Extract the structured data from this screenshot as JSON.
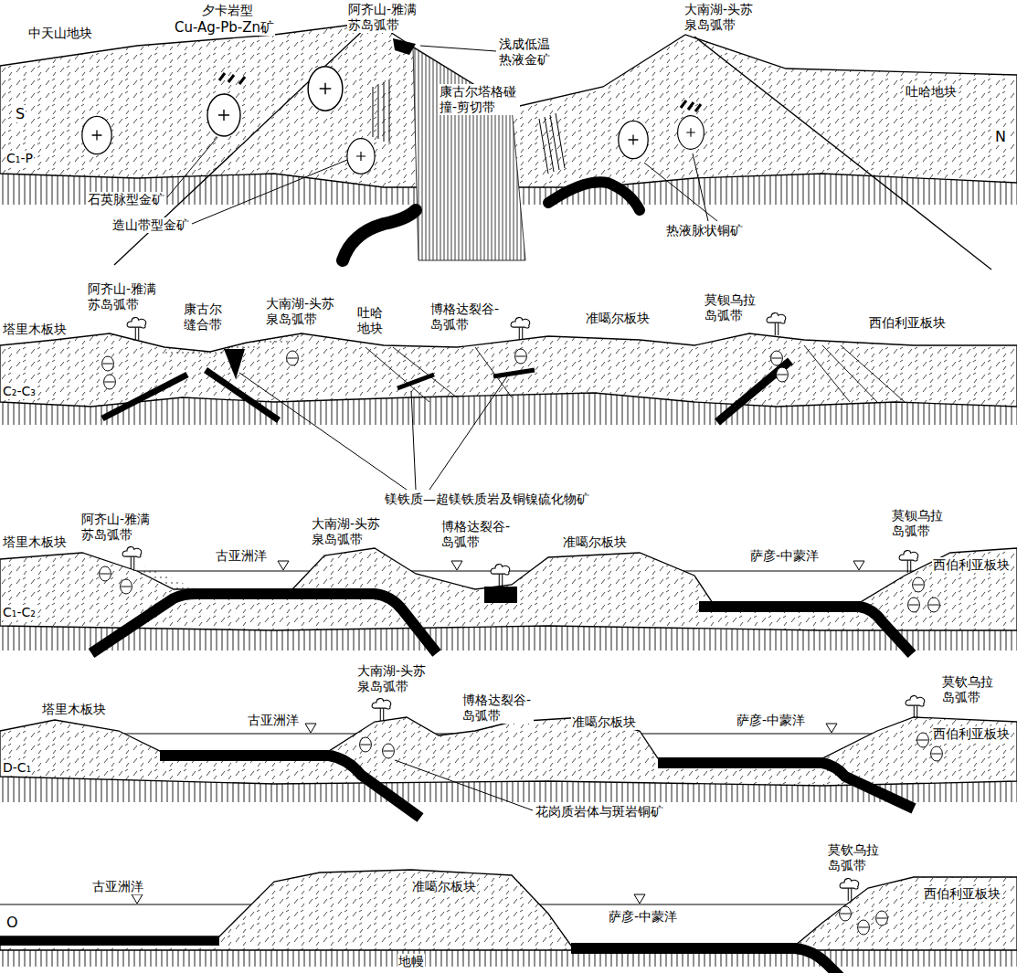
{
  "diagram": {
    "labels": [
      "阿齐山-雅满苏岛弧带",
      "夕卡岩型",
      "Cu-Ag-Pb-Zn矿",
      "中天山地块",
      "浅成低温热液金矿",
      "康古尔塔格碰撞-剪切带",
      "大南湖-头苏泉岛弧带",
      "吐哈地块",
      "S",
      "N",
      "C₁-P",
      "石英脉型金矿",
      "造山带型金矿",
      "热液脉状铜矿",
      "阿齐山-雅满苏岛弧带",
      "康古尔缝合带",
      "大南湖-头苏泉岛弧带",
      "吐哈地块",
      "博格达裂谷-岛弧带",
      "准噶尔板块",
      "莫钡乌拉岛弧带",
      "西伯利亚板块",
      "塔里木板块",
      "C₂-C₃",
      "镁铁质—超镁铁质岩及铜镍硫化物矿",
      "塔里木板块",
      "阿齐山-雅满苏岛弧带",
      "古亚洲洋",
      "大南湖-头苏泉岛弧带",
      "博格达裂谷-岛弧带",
      "准噶尔板块",
      "萨彦-中蒙洋",
      "莫钡乌拉岛弧带",
      "西伯利亚板块",
      "C₁-C₂",
      "塔里木板块",
      "古亚洲洋",
      "大南湖-头苏泉岛弧带",
      "博格达裂谷-岛弧带",
      "准噶尔板块",
      "萨彦-中蒙洋",
      "莫钦乌拉岛弧带",
      "西伯利亚板块",
      "D-C₁",
      "花岗质岩体与斑岩铜矿",
      "莫钦乌拉岛弧带",
      "古亚洲洋",
      "准噶尔板块",
      "萨彦-中蒙洋",
      "西伯利亚板块",
      "O",
      "地幔"
    ]
  }
}
